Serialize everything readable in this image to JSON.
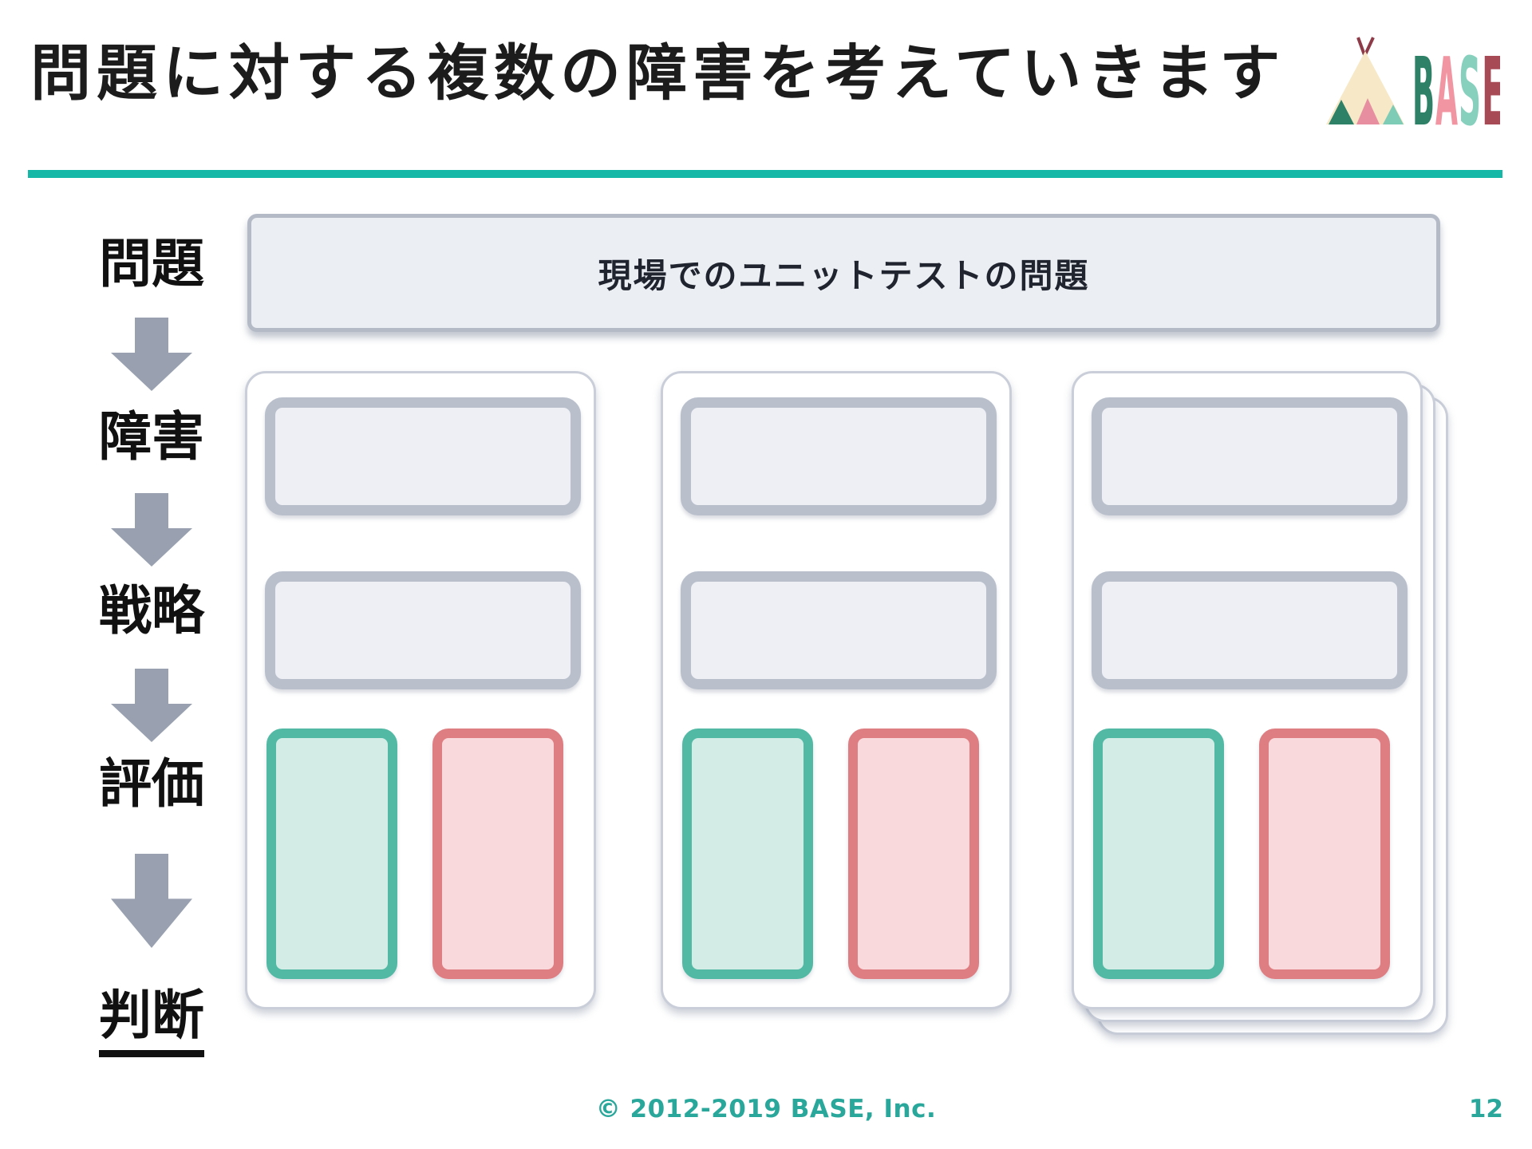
{
  "header": {
    "title": "問題に対する複数の障害を考えていきます",
    "logo": {
      "brand": "BASE",
      "letters": [
        {
          "char": "B",
          "color": "#2e8066"
        },
        {
          "char": "A",
          "color": "#f095a1"
        },
        {
          "char": "S",
          "color": "#86d0bd"
        },
        {
          "char": "E",
          "color": "#a84a56"
        }
      ],
      "tent_fill": "#f7e9c7",
      "tent_triangles": [
        "#2e8066",
        "#e78fa0",
        "#7ecbb6"
      ],
      "pole_color": "#8e3b49"
    }
  },
  "flow": {
    "steps": [
      {
        "label": "問題"
      },
      {
        "label": "障害"
      },
      {
        "label": "戦略"
      },
      {
        "label": "評価"
      },
      {
        "label": "判断"
      }
    ]
  },
  "diagram": {
    "problem_box": {
      "text": "現場でのユニットテストの問題"
    },
    "cards": {
      "count": 3,
      "third_card_stacked": true,
      "placeholder_bars_per_card": 2,
      "evaluation_boxes": [
        {
          "name": "positive",
          "border": "#52b9a4",
          "fill": "#d3ede6"
        },
        {
          "name": "negative",
          "border": "#df7e82",
          "fill": "#fad9dc"
        }
      ]
    }
  },
  "footer": {
    "copyright": "© 2012-2019 BASE, Inc.",
    "page_number": "12"
  },
  "colors": {
    "accent_teal": "#15b7a6",
    "footer_teal": "#2aa79b",
    "arrow_gray": "#99a1b0"
  }
}
